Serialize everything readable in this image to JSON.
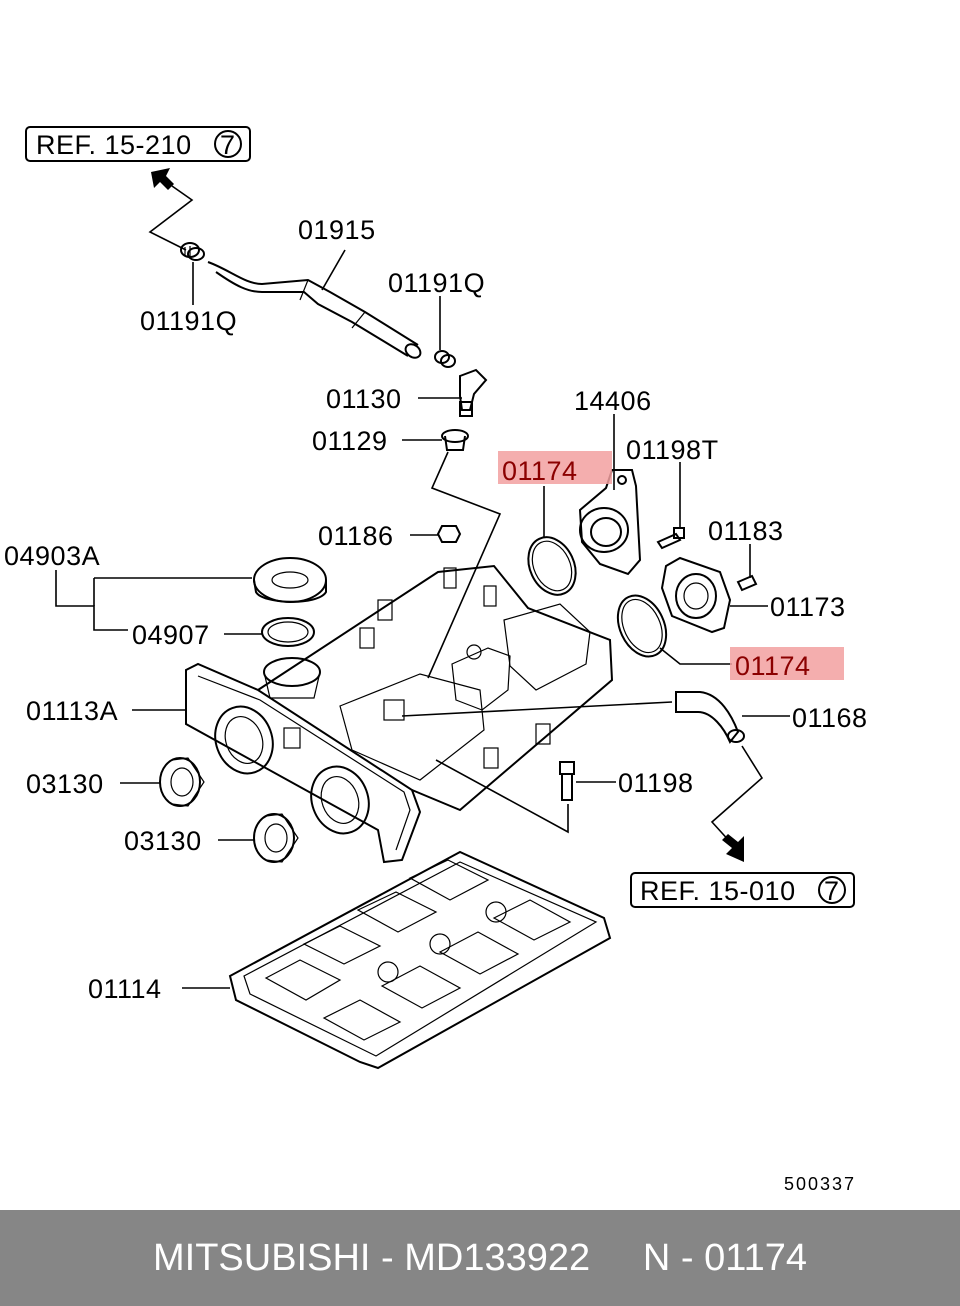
{
  "diagram": {
    "refs": [
      {
        "text": "REF. 15-210",
        "circle": "7"
      },
      {
        "text": "REF. 15-010",
        "circle": "7"
      }
    ],
    "labels": {
      "l01915": "01915",
      "l01191q_left": "01191Q",
      "l01191q_right": "01191Q",
      "l01130": "01130",
      "l01129": "01129",
      "l14406": "14406",
      "l01198t": "01198T",
      "l01174_top": "01174",
      "l01183": "01183",
      "l01186": "01186",
      "l01173": "01173",
      "l04903a": "04903A",
      "l04907": "04907",
      "l01174_mid": "01174",
      "l01113a": "01113A",
      "l01168": "01168",
      "l03130_a": "03130",
      "l01198": "01198",
      "l03130_b": "03130",
      "l01114": "01114"
    },
    "figure_number": "500337",
    "highlight_color": "#f2a0a0"
  },
  "footer": {
    "text": "MITSUBISHI - MD133922     N - 01174"
  }
}
